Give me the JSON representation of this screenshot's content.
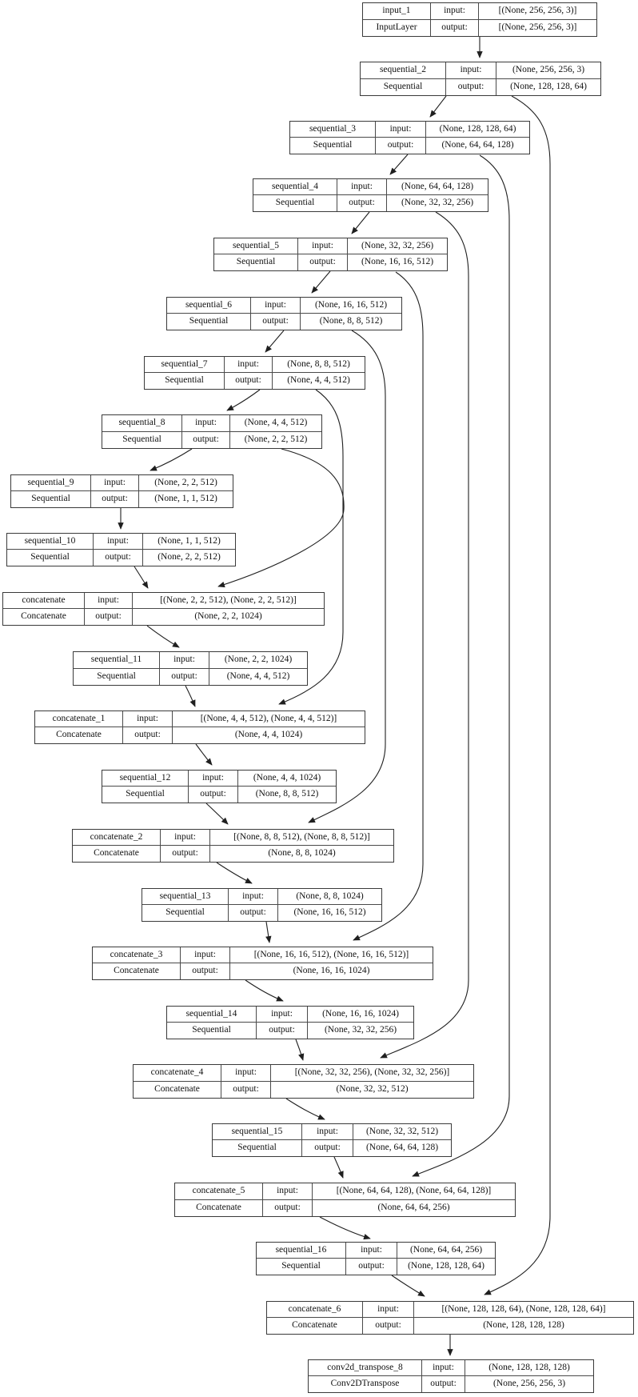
{
  "diagram": {
    "kind": "keras-model-plot",
    "background": "#ffffff",
    "line_color": "#1f1f1f",
    "io_labels": {
      "input": "input:",
      "output": "output:"
    },
    "nodes": [
      {
        "id": "input_1",
        "name": "input_1",
        "type": "InputLayer",
        "input_shape": "[(None, 256, 256, 3)]",
        "output_shape": "[(None, 256, 256, 3)]"
      },
      {
        "id": "sequential_2",
        "name": "sequential_2",
        "type": "Sequential",
        "input_shape": "(None, 256, 256, 3)",
        "output_shape": "(None, 128, 128, 64)"
      },
      {
        "id": "sequential_3",
        "name": "sequential_3",
        "type": "Sequential",
        "input_shape": "(None, 128, 128, 64)",
        "output_shape": "(None, 64, 64, 128)"
      },
      {
        "id": "sequential_4",
        "name": "sequential_4",
        "type": "Sequential",
        "input_shape": "(None, 64, 64, 128)",
        "output_shape": "(None, 32, 32, 256)"
      },
      {
        "id": "sequential_5",
        "name": "sequential_5",
        "type": "Sequential",
        "input_shape": "(None, 32, 32, 256)",
        "output_shape": "(None, 16, 16, 512)"
      },
      {
        "id": "sequential_6",
        "name": "sequential_6",
        "type": "Sequential",
        "input_shape": "(None, 16, 16, 512)",
        "output_shape": "(None, 8, 8, 512)"
      },
      {
        "id": "sequential_7",
        "name": "sequential_7",
        "type": "Sequential",
        "input_shape": "(None, 8, 8, 512)",
        "output_shape": "(None, 4, 4, 512)"
      },
      {
        "id": "sequential_8",
        "name": "sequential_8",
        "type": "Sequential",
        "input_shape": "(None, 4, 4, 512)",
        "output_shape": "(None, 2, 2, 512)"
      },
      {
        "id": "sequential_9",
        "name": "sequential_9",
        "type": "Sequential",
        "input_shape": "(None, 2, 2, 512)",
        "output_shape": "(None, 1, 1, 512)"
      },
      {
        "id": "sequential_10",
        "name": "sequential_10",
        "type": "Sequential",
        "input_shape": "(None, 1, 1, 512)",
        "output_shape": "(None, 2, 2, 512)"
      },
      {
        "id": "concatenate",
        "name": "concatenate",
        "type": "Concatenate",
        "input_shape": "[(None, 2, 2, 512), (None, 2, 2, 512)]",
        "output_shape": "(None, 2, 2, 1024)"
      },
      {
        "id": "sequential_11",
        "name": "sequential_11",
        "type": "Sequential",
        "input_shape": "(None, 2, 2, 1024)",
        "output_shape": "(None, 4, 4, 512)"
      },
      {
        "id": "concatenate_1",
        "name": "concatenate_1",
        "type": "Concatenate",
        "input_shape": "[(None, 4, 4, 512), (None, 4, 4, 512)]",
        "output_shape": "(None, 4, 4, 1024)"
      },
      {
        "id": "sequential_12",
        "name": "sequential_12",
        "type": "Sequential",
        "input_shape": "(None, 4, 4, 1024)",
        "output_shape": "(None, 8, 8, 512)"
      },
      {
        "id": "concatenate_2",
        "name": "concatenate_2",
        "type": "Concatenate",
        "input_shape": "[(None, 8, 8, 512), (None, 8, 8, 512)]",
        "output_shape": "(None, 8, 8, 1024)"
      },
      {
        "id": "sequential_13",
        "name": "sequential_13",
        "type": "Sequential",
        "input_shape": "(None, 8, 8, 1024)",
        "output_shape": "(None, 16, 16, 512)"
      },
      {
        "id": "concatenate_3",
        "name": "concatenate_3",
        "type": "Concatenate",
        "input_shape": "[(None, 16, 16, 512), (None, 16, 16, 512)]",
        "output_shape": "(None, 16, 16, 1024)"
      },
      {
        "id": "sequential_14",
        "name": "sequential_14",
        "type": "Sequential",
        "input_shape": "(None, 16, 16, 1024)",
        "output_shape": "(None, 32, 32, 256)"
      },
      {
        "id": "concatenate_4",
        "name": "concatenate_4",
        "type": "Concatenate",
        "input_shape": "[(None, 32, 32, 256), (None, 32, 32, 256)]",
        "output_shape": "(None, 32, 32, 512)"
      },
      {
        "id": "sequential_15",
        "name": "sequential_15",
        "type": "Sequential",
        "input_shape": "(None, 32, 32, 512)",
        "output_shape": "(None, 64, 64, 128)"
      },
      {
        "id": "concatenate_5",
        "name": "concatenate_5",
        "type": "Concatenate",
        "input_shape": "[(None, 64, 64, 128), (None, 64, 64, 128)]",
        "output_shape": "(None, 64, 64, 256)"
      },
      {
        "id": "sequential_16",
        "name": "sequential_16",
        "type": "Sequential",
        "input_shape": "(None, 64, 64, 256)",
        "output_shape": "(None, 128, 128, 64)"
      },
      {
        "id": "concatenate_6",
        "name": "concatenate_6",
        "type": "Concatenate",
        "input_shape": "[(None, 128, 128, 64), (None, 128, 128, 64)]",
        "output_shape": "(None, 128, 128, 128)"
      },
      {
        "id": "conv2d_transpose_8",
        "name": "conv2d_transpose_8",
        "type": "Conv2DTranspose",
        "input_shape": "(None, 128, 128, 128)",
        "output_shape": "(None, 256, 256, 3)"
      }
    ],
    "edges": [
      {
        "from": "input_1",
        "to": "sequential_2"
      },
      {
        "from": "sequential_2",
        "to": "sequential_3"
      },
      {
        "from": "sequential_3",
        "to": "sequential_4"
      },
      {
        "from": "sequential_4",
        "to": "sequential_5"
      },
      {
        "from": "sequential_5",
        "to": "sequential_6"
      },
      {
        "from": "sequential_6",
        "to": "sequential_7"
      },
      {
        "from": "sequential_7",
        "to": "sequential_8"
      },
      {
        "from": "sequential_8",
        "to": "sequential_9"
      },
      {
        "from": "sequential_9",
        "to": "sequential_10"
      },
      {
        "from": "sequential_10",
        "to": "concatenate"
      },
      {
        "from": "sequential_8",
        "to": "concatenate",
        "skip": true
      },
      {
        "from": "concatenate",
        "to": "sequential_11"
      },
      {
        "from": "sequential_11",
        "to": "concatenate_1"
      },
      {
        "from": "sequential_7",
        "to": "concatenate_1",
        "skip": true
      },
      {
        "from": "concatenate_1",
        "to": "sequential_12"
      },
      {
        "from": "sequential_12",
        "to": "concatenate_2"
      },
      {
        "from": "sequential_6",
        "to": "concatenate_2",
        "skip": true
      },
      {
        "from": "concatenate_2",
        "to": "sequential_13"
      },
      {
        "from": "sequential_13",
        "to": "concatenate_3"
      },
      {
        "from": "sequential_5",
        "to": "concatenate_3",
        "skip": true
      },
      {
        "from": "concatenate_3",
        "to": "sequential_14"
      },
      {
        "from": "sequential_14",
        "to": "concatenate_4"
      },
      {
        "from": "sequential_4",
        "to": "concatenate_4",
        "skip": true
      },
      {
        "from": "concatenate_4",
        "to": "sequential_15"
      },
      {
        "from": "sequential_15",
        "to": "concatenate_5"
      },
      {
        "from": "sequential_3",
        "to": "concatenate_5",
        "skip": true
      },
      {
        "from": "concatenate_5",
        "to": "sequential_16"
      },
      {
        "from": "sequential_16",
        "to": "concatenate_6"
      },
      {
        "from": "sequential_2",
        "to": "concatenate_6",
        "skip": true
      },
      {
        "from": "concatenate_6",
        "to": "conv2d_transpose_8"
      }
    ]
  }
}
